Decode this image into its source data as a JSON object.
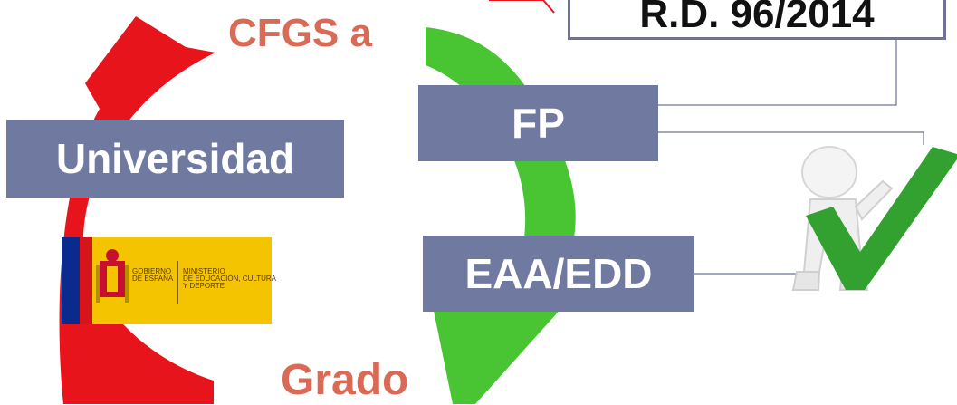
{
  "diagram": {
    "rd_box_text": "R.D. 96/2014",
    "top_label": "CFGS a",
    "bottom_label": "Grado",
    "box_universidad": "Universidad",
    "box_fp": "FP",
    "box_eaa": "EAA/EDD",
    "logo_left": "GOBIERNO\nDE ESPAÑA",
    "logo_right": "MINISTERIO\nDE EDUCACIÓN, CULTURA\nY DEPORTE"
  },
  "colors": {
    "red_arrow": "#e8141b",
    "green_arrow": "#49c534",
    "box_fill": "#7079a0",
    "checkmark": "#33a12f",
    "label_text": "#d96a55"
  }
}
